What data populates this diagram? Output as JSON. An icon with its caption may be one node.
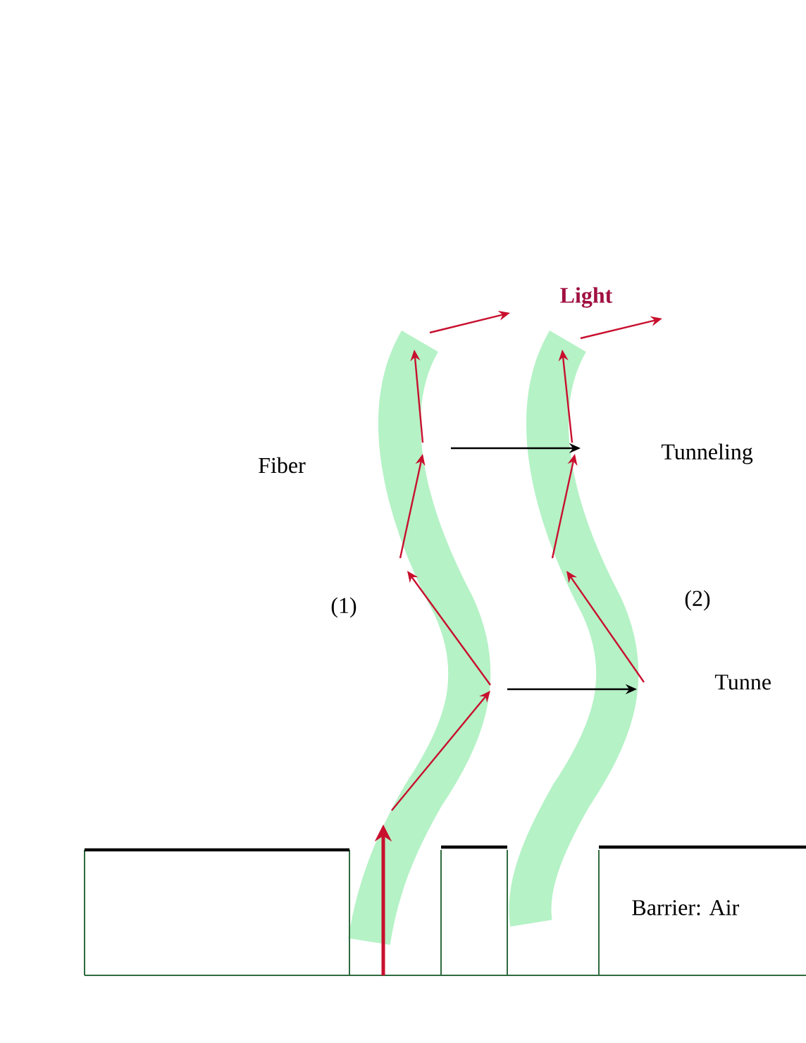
{
  "diagram": {
    "labels": [
      "Light",
      "Fiber",
      "Tunneling",
      "(1)",
      "(2)",
      "Tunne",
      "Barrier: Air"
    ]
  }
}
